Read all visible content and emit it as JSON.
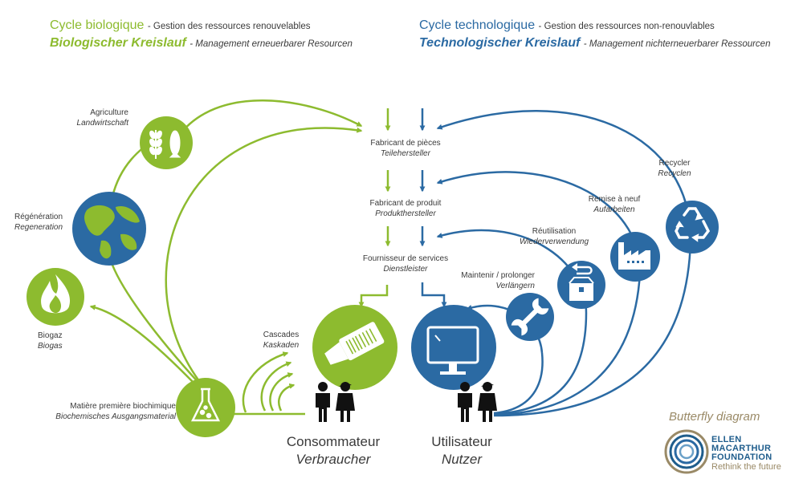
{
  "header": {
    "bio_title_fr": "Cycle biologique",
    "bio_sub_fr": "- Gestion des ressources renouvelables",
    "bio_title_de": "Biologischer Kreislauf",
    "bio_sub_de": "- Management erneuerbarer Resourcen",
    "tech_title_fr": "Cycle technologique",
    "tech_sub_fr": "- Gestion des ressources non-renouvlables",
    "tech_title_de": "Technologischer Kreislauf",
    "tech_sub_de": "- Management nichterneuerbarer Ressourcen"
  },
  "center": {
    "parts_fr": "Fabricant de pièces",
    "parts_de": "Teilehersteller",
    "product_fr": "Fabricant de produit",
    "product_de": "Produkthersteller",
    "service_fr": "Fournisseur de services",
    "service_de": "Dienstleister"
  },
  "bio": {
    "agriculture_fr": "Agriculture",
    "agriculture_de": "Landwirtschaft",
    "regeneration_fr": "Régénération",
    "regeneration_de": "Regeneration",
    "biogas_fr": "Biogaz",
    "biogas_de": "Biogas",
    "feedstock_fr": "Matière première biochimique",
    "feedstock_de": "Biochemisches Ausgangsmaterial",
    "cascades_fr": "Cascades",
    "cascades_de": "Kaskaden",
    "consumer_fr": "Consommateur",
    "consumer_de": "Verbraucher"
  },
  "tech": {
    "recycle_fr": "Recycler",
    "recycle_de": "Recyclen",
    "refurbish_fr": "Remise à neuf",
    "refurbish_de": "Aufarbeiten",
    "reuse_fr": "Réutilisation",
    "reuse_de": "Wiederverwendung",
    "maintain_fr": "Maintenir / prolonger",
    "maintain_de": "Verlängern",
    "user_fr": "Utilisateur",
    "user_de": "Nutzer"
  },
  "footer": {
    "diagram_name": "Butterfly diagram",
    "logo_line1": "ELLEN",
    "logo_line2": "MACARTHUR",
    "logo_line3": "FOUNDATION",
    "logo_tagline": "Rethink the future"
  },
  "colors": {
    "green": "#8dbb2f",
    "blue": "#2b6aa3",
    "text": "#3a3a3a",
    "gold": "#9a8a67"
  },
  "icons": {
    "agriculture": "wheat-fish-icon",
    "regeneration": "globe-icon",
    "biogas": "flame-icon",
    "feedstock": "flask-icon",
    "consumer": "food-product-icon",
    "user": "monitor-icon",
    "maintain": "wrench-icon",
    "reuse": "box-return-icon",
    "refurbish": "factory-icon",
    "recycle": "recycle-icon"
  }
}
